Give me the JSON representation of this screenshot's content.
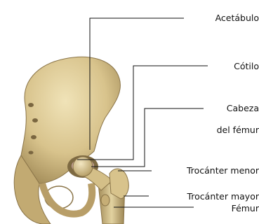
{
  "figure": {
    "labels": {
      "acetabulo": "Acetábulo",
      "cotilo": "Cótilo",
      "cabeza_line1": "Cabeza",
      "cabeza_line2": "del fémur",
      "trocanter_menor": "Trocánter menor",
      "trocanter_mayor": "Trocánter mayor",
      "femur": "Fémur"
    },
    "colors": {
      "bone_light": "#e6d7a8",
      "bone_mid": "#cdb77c",
      "bone_dark": "#8a7448",
      "shadow": "#5c4a2c",
      "cartilage": "#c9a6a0",
      "leader_lines": "#111111"
    }
  }
}
